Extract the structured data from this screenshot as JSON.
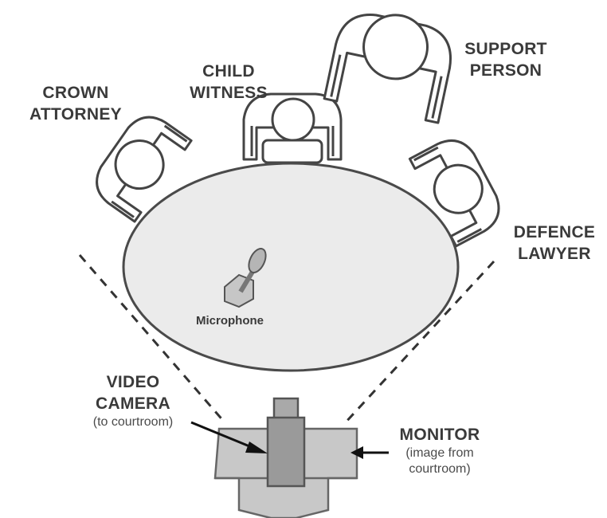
{
  "labels": {
    "crown_attorney": [
      "CROWN",
      "ATTORNEY"
    ],
    "child_witness": [
      "CHILD",
      "WITNESS"
    ],
    "support_person": [
      "SUPPORT",
      "PERSON"
    ],
    "defence_lawyer": [
      "DEFENCE",
      "LAWYER"
    ],
    "microphone": "Microphone",
    "video_camera": [
      "VIDEO",
      "CAMERA"
    ],
    "video_camera_note": "(to courtroom)",
    "monitor": "MONITOR",
    "monitor_note": [
      "(image from",
      "courtroom)"
    ]
  },
  "colors": {
    "outline": "#4a4a4a",
    "table_fill": "#ebebeb",
    "furniture_fill": "#c8c8c8",
    "camera_fill": "#9a9a9a",
    "text": "#3a3a3a"
  }
}
